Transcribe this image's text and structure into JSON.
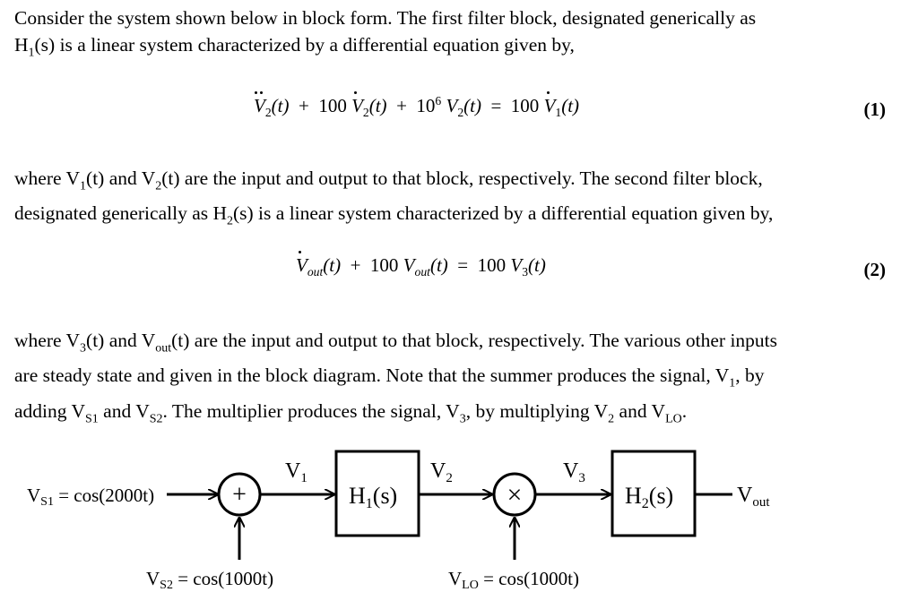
{
  "paragraphs": {
    "intro_1": "Consider the system shown below in block form.  The first filter block, designated generically as",
    "intro_2": "(s) is a linear system characterized by a differential equation given by,",
    "mid_1a": "where V",
    "mid_1b": "(t) and V",
    "mid_1c": "(t) are the input and output to that block, respectively.  The second filter block,",
    "mid_2a": "designated generically as H",
    "mid_2b": "(s) is a linear system characterized by a differential equation given by,",
    "end_1a": "where V",
    "end_1b": "(t) and V",
    "end_1c": "(t) are the input and output to that block, respectively.  The various other inputs",
    "end_2a": "are steady state and given in the block diagram.  Note that the summer produces the signal, V",
    "end_2b": ", by",
    "end_3a": "adding V",
    "end_3b": " and V",
    "end_3c": ".  The multiplier produces the signal, V",
    "end_3d": ", by multiplying V",
    "end_3e": " and V",
    "end_3f": "."
  },
  "equations": {
    "eq1_number": "(1)",
    "eq2_number": "(2)"
  },
  "diagram": {
    "vs1_label": "V",
    "vs1_sub": "S1",
    "vs1_value": " = cos(2000t)",
    "vs2_label": "V",
    "vs2_sub": "S2",
    "vs2_value": " = cos(1000t)",
    "vlo_label": "V",
    "vlo_sub": "LO",
    "vlo_value": " = cos(1000t)",
    "v1": "V",
    "v1_sub": "1",
    "v2": "V",
    "v2_sub": "2",
    "v3": "V",
    "v3_sub": "3",
    "vout": "V",
    "vout_sub": "out",
    "h1": "H",
    "h1_sub": "1",
    "h1_tail": "(s)",
    "h2": "H",
    "h2_sub": "2",
    "h2_tail": "(s)",
    "summer_symbol": "+",
    "multiplier_symbol": "×"
  }
}
